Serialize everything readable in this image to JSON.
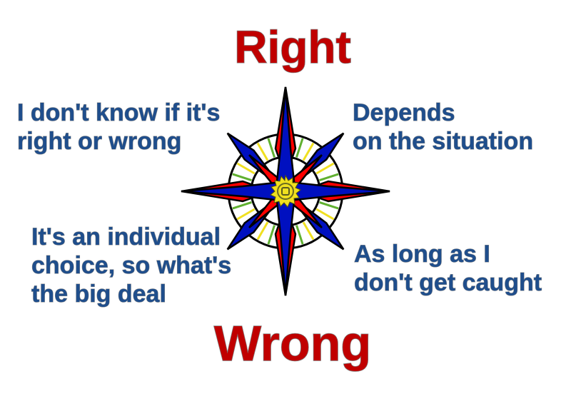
{
  "top_label": "Right",
  "bottom_label": "Wrong",
  "quadrants": {
    "top_left": [
      "I don't know if it's",
      "right or wrong"
    ],
    "top_right": [
      "Depends",
      "on the situation"
    ],
    "bottom_left": [
      "It's an individual",
      "choice, so what's",
      "the big deal"
    ],
    "bottom_right": [
      "As long as I",
      "don't get caught"
    ]
  },
  "colors": {
    "title": "#c00000",
    "label": "#1f4e8c",
    "compass_blue": "#0010c0",
    "compass_red": "#ff0000",
    "compass_yellow": "#f0e020",
    "compass_green": "#60b030"
  },
  "compass_icon": "compass-rose-icon"
}
